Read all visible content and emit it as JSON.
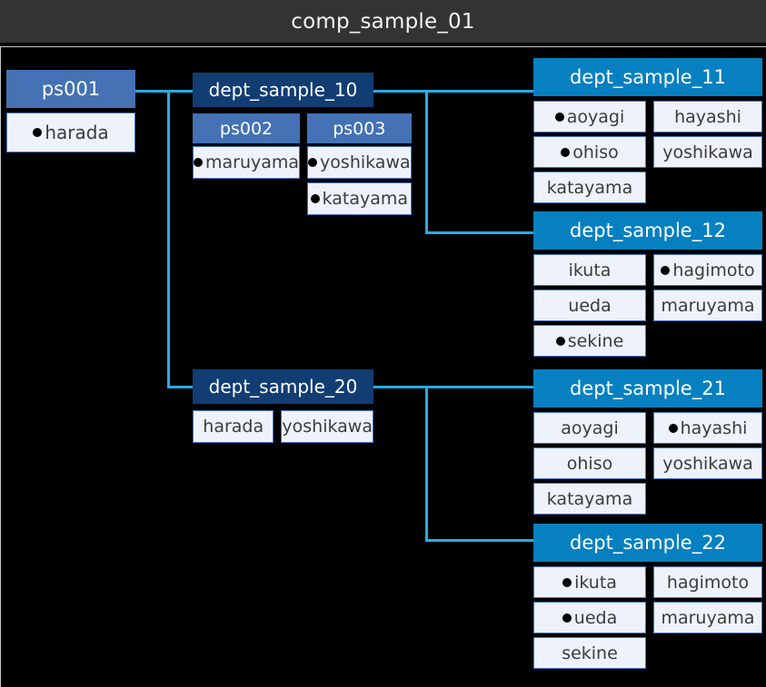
{
  "window": {
    "title": "comp_sample_01",
    "title_bar_color": "#333333",
    "canvas_background": "#000000"
  },
  "colors": {
    "person_header": "#4472b4",
    "dept_parent_header": "#123d72",
    "dept_child_header": "#0680c0",
    "cell_fill": "#eef2fb",
    "cell_border": "#4472c4",
    "connector": "#29abe2",
    "bullet": "#000000"
  },
  "diagram": {
    "type": "org-tree",
    "root": "ps001",
    "nodes": [
      {
        "id": "ps001",
        "header": "ps001",
        "header_style": "person",
        "columns": [
          {
            "cells": [
              {
                "text": "harada",
                "bullet": true
              }
            ]
          }
        ]
      },
      {
        "id": "dept_sample_10",
        "header": "dept_sample_10",
        "header_style": "dept-parent",
        "columns": [
          {
            "header": "ps002",
            "header_style": "person",
            "cells": [
              {
                "text": "maruyama",
                "bullet": true
              }
            ]
          },
          {
            "header": "ps003",
            "header_style": "person",
            "cells": [
              {
                "text": "yoshikawa",
                "bullet": true
              },
              {
                "text": "katayama",
                "bullet": true
              }
            ]
          }
        ]
      },
      {
        "id": "dept_sample_11",
        "header": "dept_sample_11",
        "header_style": "dept-child",
        "columns": [
          {
            "cells": [
              {
                "text": "aoyagi",
                "bullet": true
              },
              {
                "text": "ohiso",
                "bullet": true
              },
              {
                "text": "katayama",
                "bullet": false
              }
            ]
          },
          {
            "cells": [
              {
                "text": "hayashi",
                "bullet": false
              },
              {
                "text": "yoshikawa",
                "bullet": false
              }
            ]
          }
        ]
      },
      {
        "id": "dept_sample_12",
        "header": "dept_sample_12",
        "header_style": "dept-child",
        "columns": [
          {
            "cells": [
              {
                "text": "ikuta",
                "bullet": false
              },
              {
                "text": "ueda",
                "bullet": false
              },
              {
                "text": "sekine",
                "bullet": true
              }
            ]
          },
          {
            "cells": [
              {
                "text": "hagimoto",
                "bullet": true
              },
              {
                "text": "maruyama",
                "bullet": false
              }
            ]
          }
        ]
      },
      {
        "id": "dept_sample_20",
        "header": "dept_sample_20",
        "header_style": "dept-parent",
        "columns": [
          {
            "cells": [
              {
                "text": "harada",
                "bullet": false
              }
            ]
          },
          {
            "cells": [
              {
                "text": "yoshikawa",
                "bullet": false
              }
            ]
          }
        ]
      },
      {
        "id": "dept_sample_21",
        "header": "dept_sample_21",
        "header_style": "dept-child",
        "columns": [
          {
            "cells": [
              {
                "text": "aoyagi",
                "bullet": false
              },
              {
                "text": "ohiso",
                "bullet": false
              },
              {
                "text": "katayama",
                "bullet": false
              }
            ]
          },
          {
            "cells": [
              {
                "text": "hayashi",
                "bullet": true
              },
              {
                "text": "yoshikawa",
                "bullet": false
              }
            ]
          }
        ]
      },
      {
        "id": "dept_sample_22",
        "header": "dept_sample_22",
        "header_style": "dept-child",
        "columns": [
          {
            "cells": [
              {
                "text": "ikuta",
                "bullet": true
              },
              {
                "text": "ueda",
                "bullet": true
              },
              {
                "text": "sekine",
                "bullet": false
              }
            ]
          },
          {
            "cells": [
              {
                "text": "hagimoto",
                "bullet": false
              },
              {
                "text": "maruyama",
                "bullet": false
              }
            ]
          }
        ]
      }
    ],
    "edges": [
      {
        "from": "ps001",
        "to": "dept_sample_10"
      },
      {
        "from": "ps001",
        "to": "dept_sample_20"
      },
      {
        "from": "dept_sample_10",
        "to": "dept_sample_11"
      },
      {
        "from": "dept_sample_10",
        "to": "dept_sample_12"
      },
      {
        "from": "dept_sample_20",
        "to": "dept_sample_21"
      },
      {
        "from": "dept_sample_20",
        "to": "dept_sample_22"
      }
    ]
  }
}
